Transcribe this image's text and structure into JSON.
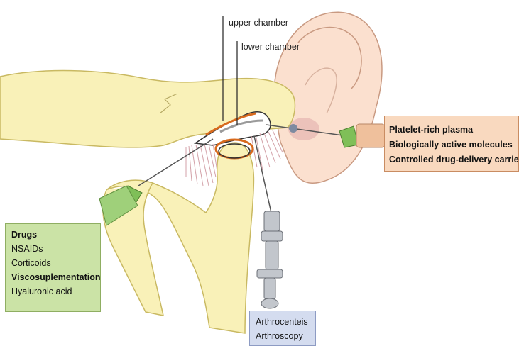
{
  "labels": {
    "upper_chamber": "upper chamber",
    "lower_chamber": "lower chamber"
  },
  "boxes": {
    "prp": {
      "lines": [
        "Platelet-rich plasma",
        "Biologically active molecules",
        "Controlled drug-delivery carriers"
      ]
    },
    "drugs": {
      "heading": "Drugs",
      "items": [
        "NSAIDs",
        "Corticoids"
      ],
      "heading2": "Viscosuplementation",
      "items2": [
        "Hyaluronic acid"
      ]
    },
    "arthro": {
      "lines": [
        "Arthrocenteis",
        "Arthroscopy"
      ]
    }
  },
  "colors": {
    "bone": "#f9f1b8",
    "bone_outline": "#c9b962",
    "ear_skin": "#fbe0cf",
    "ear_outline": "#c99a82",
    "disc_orange": "#d86a1d",
    "ligament": "#d3a1a8",
    "prp_box": "#f9d9bf",
    "drugs_box": "#cbe3a6",
    "arthro_box": "#d4dcef",
    "syringe_green": "#7fbf58"
  }
}
